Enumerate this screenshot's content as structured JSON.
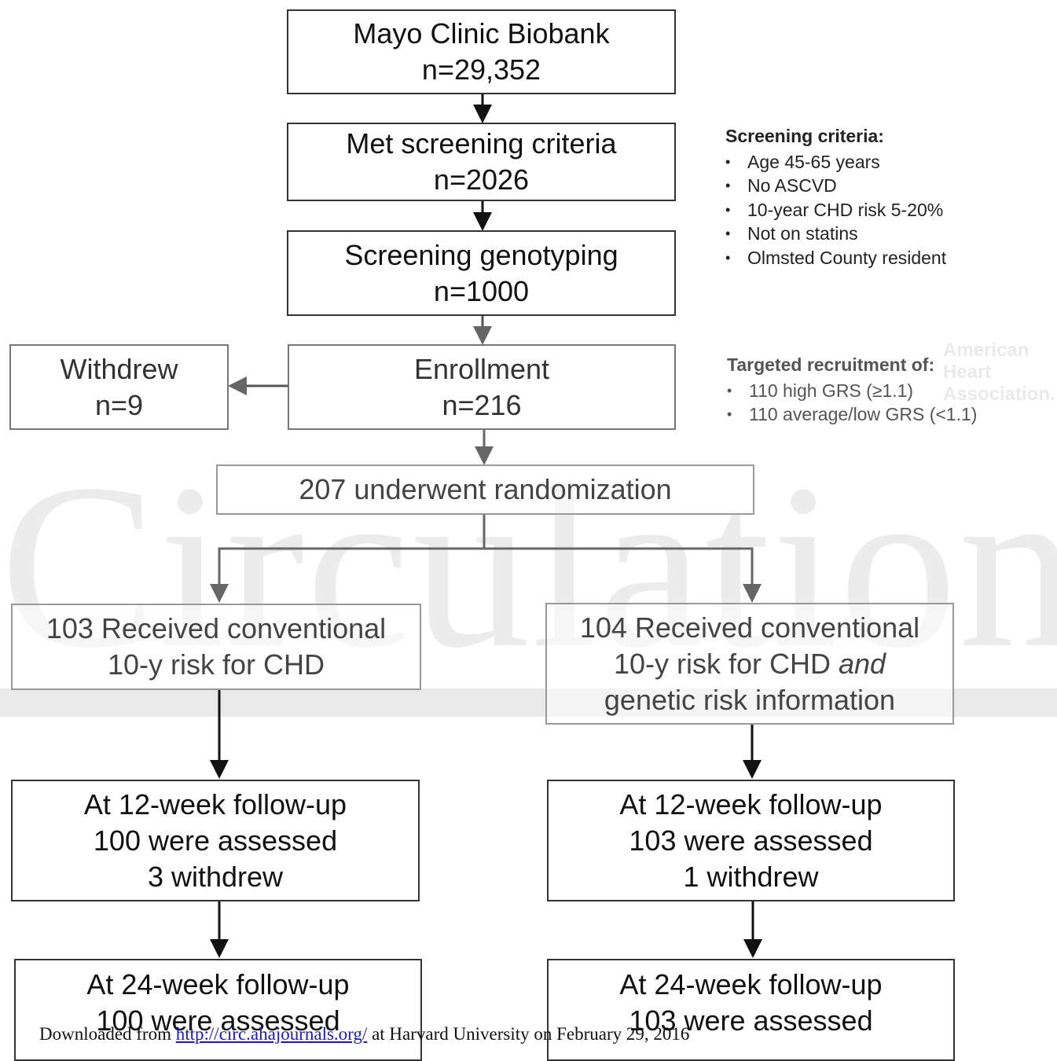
{
  "watermark": {
    "journal": "Circulation",
    "org_line1": "American",
    "org_line2": "Heart",
    "org_line3": "Association."
  },
  "boxes": {
    "biobank": {
      "title": "Mayo Clinic Biobank",
      "n": "n=29,352"
    },
    "screening_met": {
      "title": "Met screening criteria",
      "n": "n=2026"
    },
    "genotyping": {
      "title": "Screening genotyping",
      "n": "n=1000"
    },
    "withdrew": {
      "title": "Withdrew",
      "n": "n=9"
    },
    "enrollment": {
      "title": "Enrollment",
      "n": "n=216"
    },
    "randomization": {
      "title": "207 underwent randomization"
    },
    "arm_conventional": {
      "line1": "103 Received conventional",
      "line2": "10-y risk for CHD"
    },
    "arm_genetic": {
      "line1": "104 Received conventional",
      "line2_pre": "10-y risk for CHD ",
      "line2_em": "and",
      "line3": "genetic risk information"
    },
    "left_12wk": {
      "line1": "At 12-week follow-up",
      "line2": "100 were assessed",
      "line3": "3 withdrew"
    },
    "right_12wk": {
      "line1": "At 12-week follow-up",
      "line2": "103 were assessed",
      "line3": "1 withdrew"
    },
    "left_24wk": {
      "line1": "At 24-week follow-up",
      "line2": "100 were assessed"
    },
    "right_24wk": {
      "line1": "At 24-week follow-up",
      "line2": "103 were assessed"
    }
  },
  "screening_criteria": {
    "heading": "Screening criteria:",
    "items": [
      "Age 45-65 years",
      "No ASCVD",
      "10-year CHD risk 5-20%",
      "Not on statins",
      "Olmsted County resident"
    ]
  },
  "targeted_recruitment": {
    "heading": "Targeted recruitment of:",
    "items": [
      "110 high GRS (≥1.1)",
      "110 average/low GRS (<1.1)"
    ]
  },
  "footer": {
    "prefix": "Downloaded from ",
    "link": "http://circ.ahajournals.org/",
    "suffix": " at Harvard University on February 29, 2016"
  }
}
